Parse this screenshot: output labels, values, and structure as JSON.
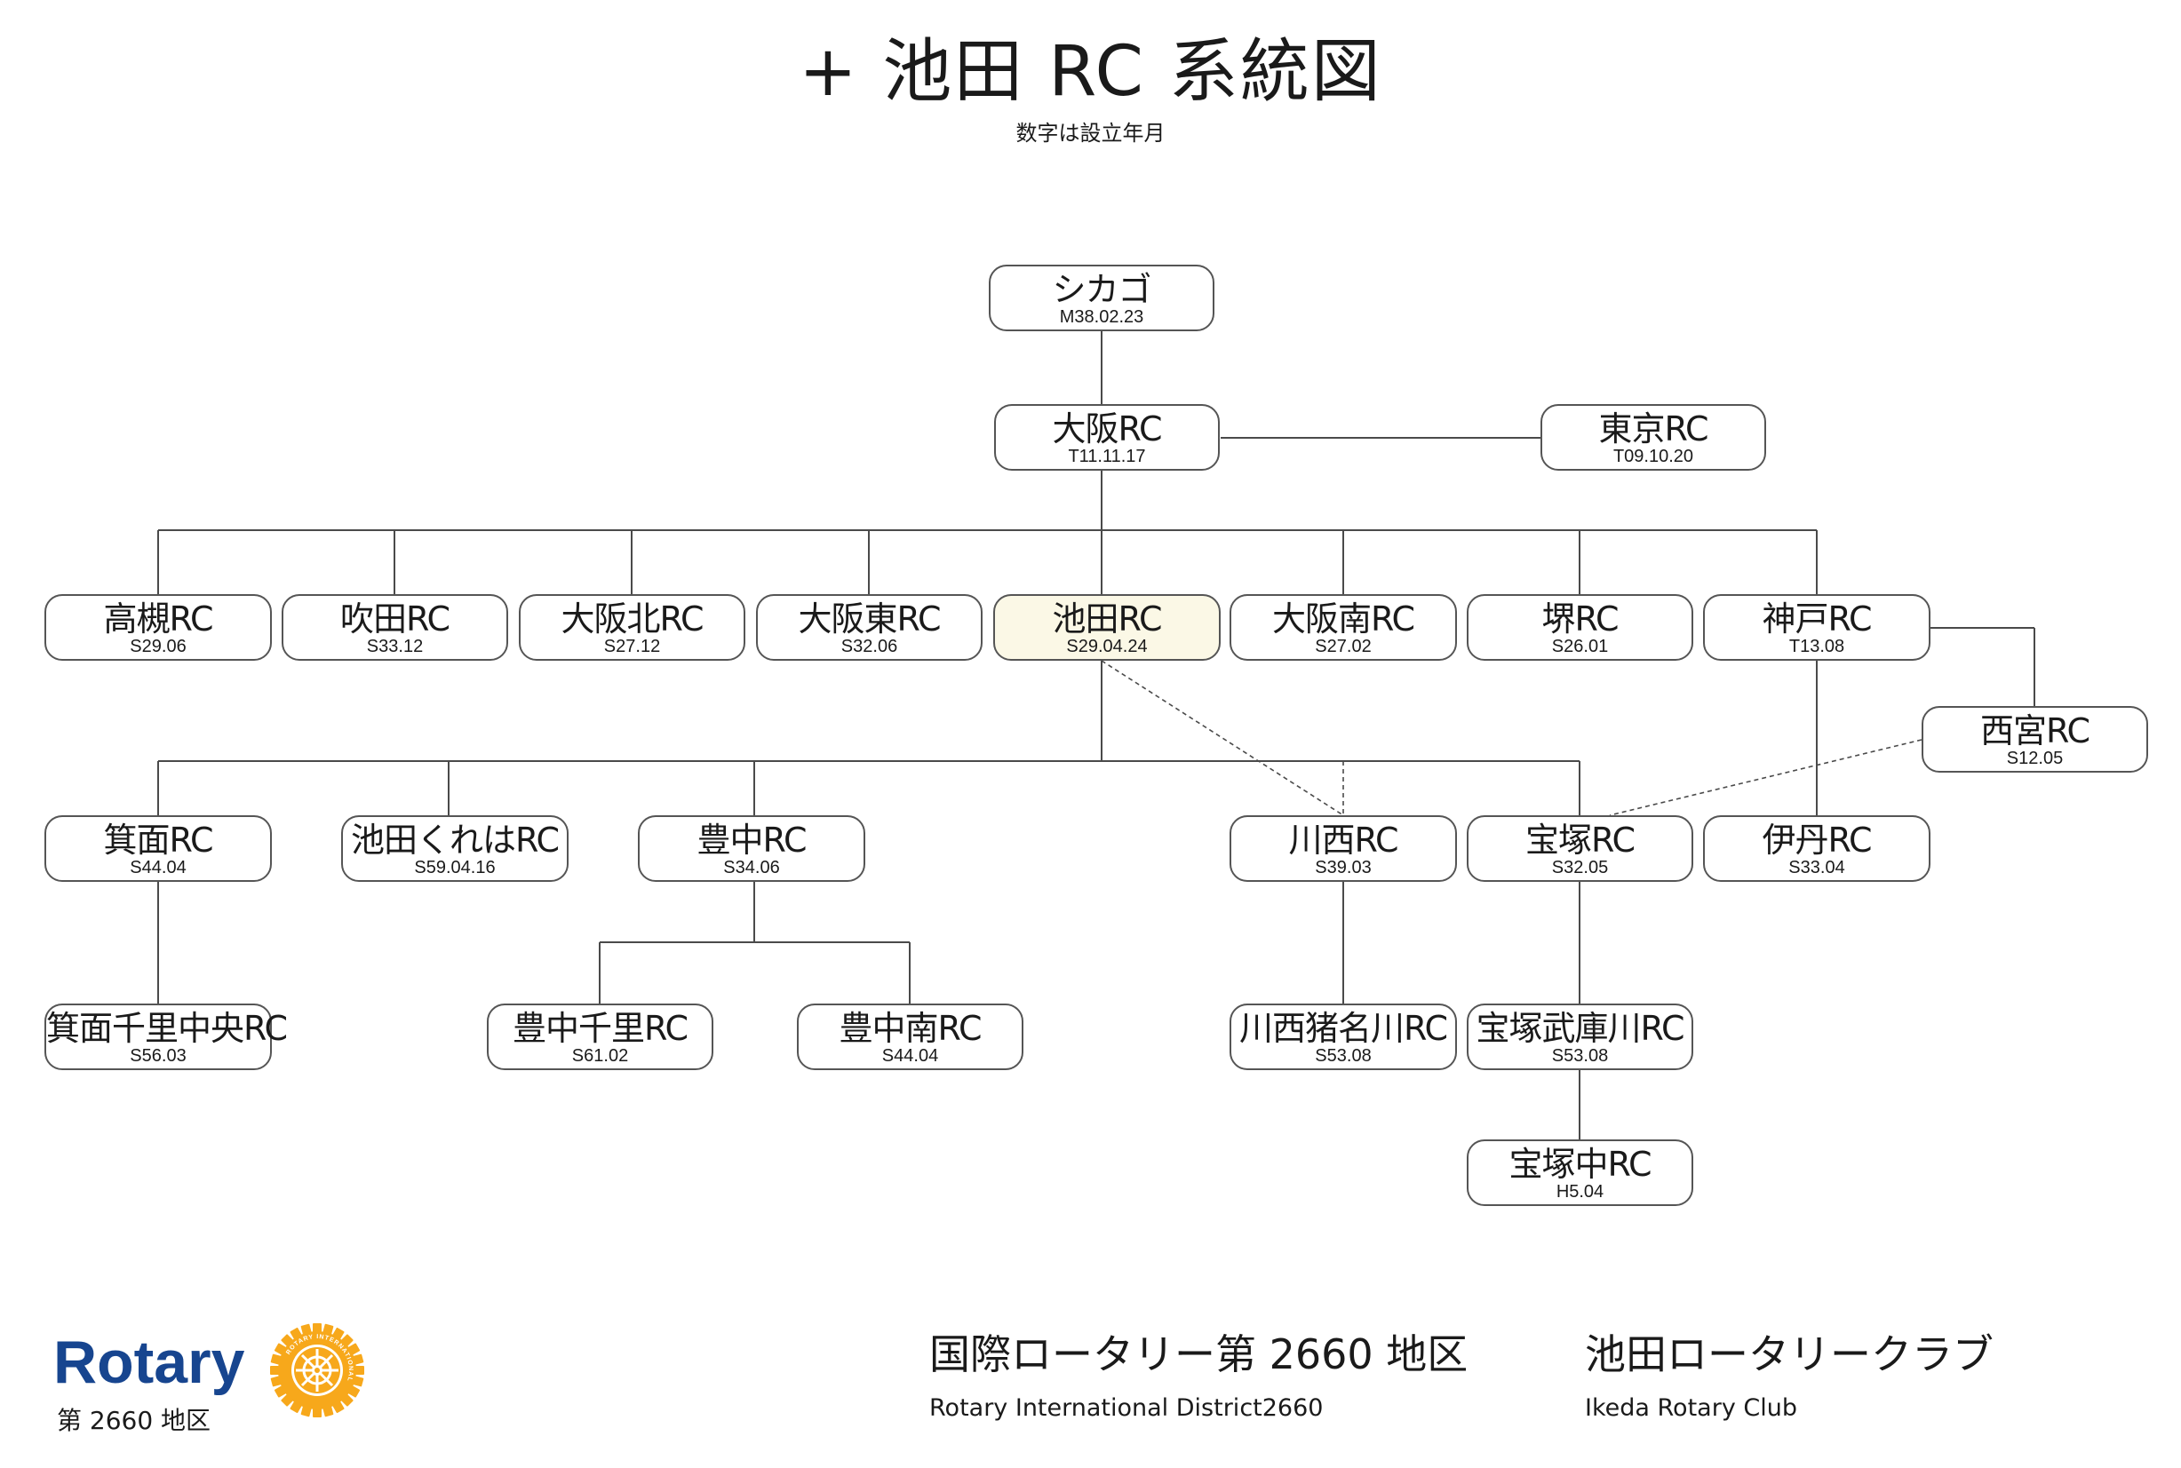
{
  "header": {
    "title": "+ 池田 RC 系統図",
    "subtitle": "数字は設立年月"
  },
  "nodes": {
    "chicago": {
      "name": "シカゴ",
      "date": "M38.02.23"
    },
    "osaka": {
      "name": "大阪RC",
      "date": "T11.11.17"
    },
    "tokyo": {
      "name": "東京RC",
      "date": "T09.10.20"
    },
    "takatsuki": {
      "name": "高槻RC",
      "date": "S29.06"
    },
    "suita": {
      "name": "吹田RC",
      "date": "S33.12"
    },
    "osaka_kita": {
      "name": "大阪北RC",
      "date": "S27.12"
    },
    "osaka_higashi": {
      "name": "大阪東RC",
      "date": "S32.06"
    },
    "ikeda": {
      "name": "池田RC",
      "date": "S29.04.24"
    },
    "osaka_minami": {
      "name": "大阪南RC",
      "date": "S27.02"
    },
    "sakai": {
      "name": "堺RC",
      "date": "S26.01"
    },
    "kobe": {
      "name": "神戸RC",
      "date": "T13.08"
    },
    "nishinomiya": {
      "name": "西宮RC",
      "date": "S12.05"
    },
    "minoh": {
      "name": "箕面RC",
      "date": "S44.04"
    },
    "ikeda_kureha": {
      "name": "池田くれはRC",
      "date": "S59.04.16"
    },
    "toyonaka": {
      "name": "豊中RC",
      "date": "S34.06"
    },
    "kawanishi": {
      "name": "川西RC",
      "date": "S39.03"
    },
    "takarazuka": {
      "name": "宝塚RC",
      "date": "S32.05"
    },
    "itami": {
      "name": "伊丹RC",
      "date": "S33.04"
    },
    "minoh_senri_chuo": {
      "name": "箕面千里中央RC",
      "date": "S56.03"
    },
    "toyonaka_senri": {
      "name": "豊中千里RC",
      "date": "S61.02"
    },
    "toyonaka_minami": {
      "name": "豊中南RC",
      "date": "S44.04"
    },
    "kawanishi_inagawa": {
      "name": "川西猪名川RC",
      "date": "S53.08"
    },
    "takarazuka_mukogawa": {
      "name": "宝塚武庫川RC",
      "date": "S53.08"
    },
    "takarazuka_naka": {
      "name": "宝塚中RC",
      "date": "H5.04"
    }
  },
  "footer": {
    "logo_text": "Rotary",
    "logo_district": "第 2660 地区",
    "district_jp": "国際ロータリー第 2660 地区",
    "district_en": "Rotary International District2660",
    "club_jp": "池田ロータリークラブ",
    "club_en": "Ikeda Rotary Club",
    "wheel_text": "ROTARY INTERNATIONAL"
  },
  "colors": {
    "line": "#4a4a4a",
    "highlight_fill": "#fbf8e6",
    "rotary_blue": "#17458f",
    "rotary_gold": "#f7a81b"
  }
}
